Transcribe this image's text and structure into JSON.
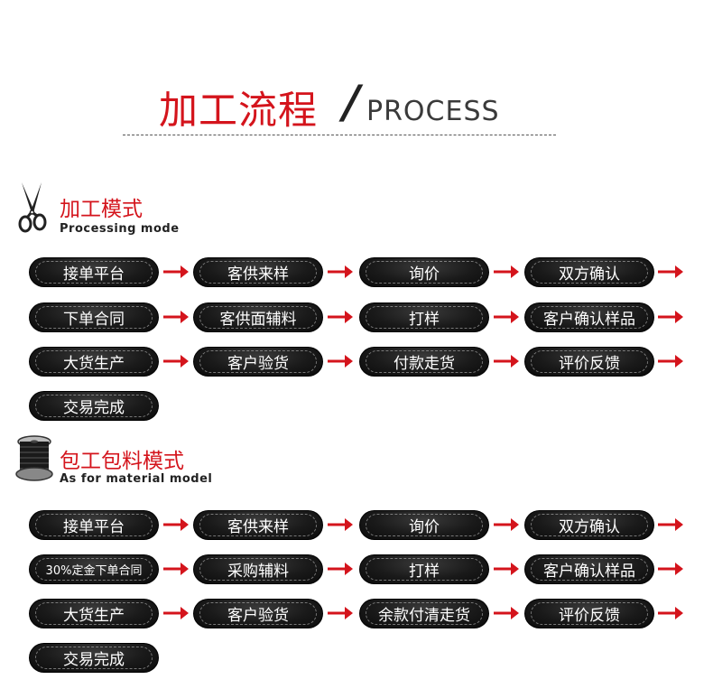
{
  "header": {
    "title_cn": "加工流程",
    "title_slash": "/",
    "title_en": "PROCESS"
  },
  "colors": {
    "accent_red": "#d4141c",
    "pill_black": "#111111"
  },
  "sections": [
    {
      "icon": "scissors-icon",
      "title_cn": "加工模式",
      "title_en": "Processing mode",
      "steps": [
        "接单平台",
        "客供来样",
        "询价",
        "双方确认",
        "下单合同",
        "客供面辅料",
        "打样",
        "客户确认样品",
        "大货生产",
        "客户验货",
        "付款走货",
        "评价反馈",
        "交易完成"
      ]
    },
    {
      "icon": "thread-spool-icon",
      "title_cn": "包工包料模式",
      "title_en": "As for material model",
      "steps": [
        "接单平台",
        "客供来样",
        "询价",
        "双方确认",
        "30%定金下单合同",
        "采购辅料",
        "打样",
        "客户确认样品",
        "大货生产",
        "客户验货",
        "余款付清走货",
        "评价反馈",
        "交易完成"
      ]
    }
  ]
}
